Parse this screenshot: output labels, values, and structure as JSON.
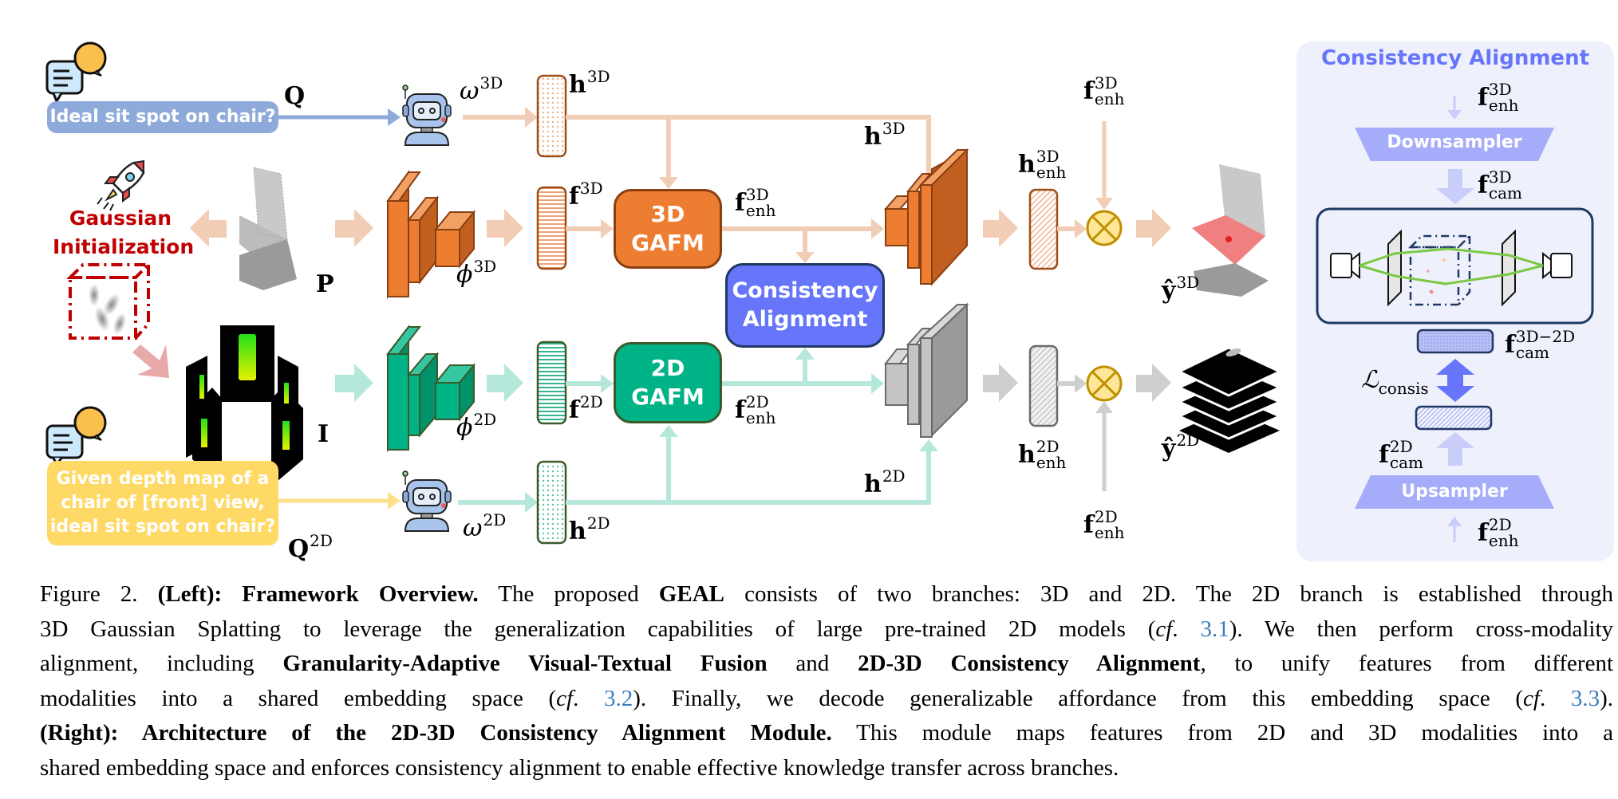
{
  "figure": {
    "left": {
      "question_3d": "Ideal sit spot on chair?",
      "question_2d_lines": [
        "Given depth map of a",
        "chair of [front] view,",
        "ideal sit spot on chair?"
      ],
      "gaussian_init_lines": [
        "Gaussian",
        "Initialization"
      ],
      "gafm_3d": [
        "3D",
        "GAFM"
      ],
      "gafm_2d": [
        "2D",
        "GAFM"
      ],
      "consistency_box": [
        "Consistency",
        "Alignment"
      ],
      "labels": {
        "Q": "Q",
        "Q2D_base": "Q",
        "Q2D_sup": "2D",
        "P": "P",
        "I": "I",
        "omega3d_base": "ω",
        "omega3d_sup": "3D",
        "omega2d_base": "ω",
        "omega2d_sup": "2D",
        "phi3d_base": "ϕ",
        "phi3d_sup": "3D",
        "phi2d_base": "ϕ",
        "phi2d_sup": "2D",
        "h3d_base": "h",
        "h3d_sup": "3D",
        "h2d_base": "h",
        "h2d_sup": "2D",
        "f3d_base": "f",
        "f3d_sup": "3D",
        "f2d_base": "f",
        "f2d_sup": "2D",
        "fenh3d_base": "f",
        "fenh3d_sup": "3D",
        "fenh3d_sub": "enh",
        "fenh2d_base": "f",
        "fenh2d_sup": "2D",
        "fenh2d_sub": "enh",
        "henh3d_base": "h",
        "henh3d_sup": "3D",
        "henh3d_sub": "enh",
        "henh2d_base": "h",
        "henh2d_sup": "2D",
        "henh2d_sub": "enh",
        "yhat3d_base": "ŷ",
        "yhat3d_sup": "3D",
        "yhat2d_base": "ŷ",
        "yhat2d_sup": "2D"
      }
    },
    "right": {
      "title": "Consistency Alignment",
      "downsampler": "Downsampler",
      "upsampler": "Upsampler",
      "labels": {
        "fenh3d_base": "f",
        "fenh3d_sup": "3D",
        "fenh3d_sub": "enh",
        "fcam3d_base": "f",
        "fcam3d_sup": "3D",
        "fcam3d_sub": "cam",
        "fcam3d2d_base": "f",
        "fcam3d2d_sup": "3D−2D",
        "fcam3d2d_sub": "cam",
        "loss_base": "ℒ",
        "loss_sub": "consis",
        "fcam2d_base": "f",
        "fcam2d_sup": "2D",
        "fcam2d_sub": "cam",
        "fenh2d_base": "f",
        "fenh2d_sup": "2D",
        "fenh2d_sub": "enh"
      }
    },
    "colors": {
      "orange": "#ed7d31",
      "orange_dark": "#b85b1e",
      "orange_light": "#f2cdb5",
      "teal": "#00b386",
      "teal_light": "#b5e8da",
      "gray": "#c8c8c8",
      "blue_box": "#6675fa",
      "blue_q": "#8eaadb",
      "yellow_q": "#ffd966",
      "panel_bg": "#eef0fb",
      "panel_title": "#6675fa",
      "red_init": "#c00000"
    }
  },
  "caption": {
    "lines": [
      [
        {
          "t": "Figure 2. "
        },
        {
          "t": "(Left): Framework Overview.",
          "b": true
        },
        {
          "t": " The proposed "
        },
        {
          "t": "GEAL",
          "b": true
        },
        {
          "t": " consists of two branches: 3D and 2D. The 2D branch is established through"
        }
      ],
      [
        {
          "t": "3D Gaussian Splatting to leverage the generalization capabilities of large pre-trained 2D models ("
        },
        {
          "t": "cf",
          "i": true
        },
        {
          "t": ". "
        },
        {
          "t": "3.1",
          "ref": true
        },
        {
          "t": "). We then perform cross-modality"
        }
      ],
      [
        {
          "t": "alignment, including "
        },
        {
          "t": "Granularity-Adaptive Visual-Textual Fusion",
          "b": true
        },
        {
          "t": " and "
        },
        {
          "t": "2D-3D Consistency Alignment",
          "b": true
        },
        {
          "t": ", to unify features from different"
        }
      ],
      [
        {
          "t": "modalities into a shared embedding space ("
        },
        {
          "t": "cf",
          "i": true
        },
        {
          "t": ". "
        },
        {
          "t": "3.2",
          "ref": true
        },
        {
          "t": ").  Finally, we decode generalizable affordance from this embedding space ("
        },
        {
          "t": "cf",
          "i": true
        },
        {
          "t": ". "
        },
        {
          "t": "3.3",
          "ref": true
        },
        {
          "t": ")."
        }
      ],
      [
        {
          "t": "(Right):  Architecture of the 2D-3D Consistency Alignment Module.",
          "b": true
        },
        {
          "t": "  This module maps features from 2D and 3D modalities into a"
        }
      ],
      [
        {
          "t": "shared embedding space and enforces consistency alignment to enable effective knowledge transfer across branches.",
          "last": true
        }
      ]
    ]
  }
}
